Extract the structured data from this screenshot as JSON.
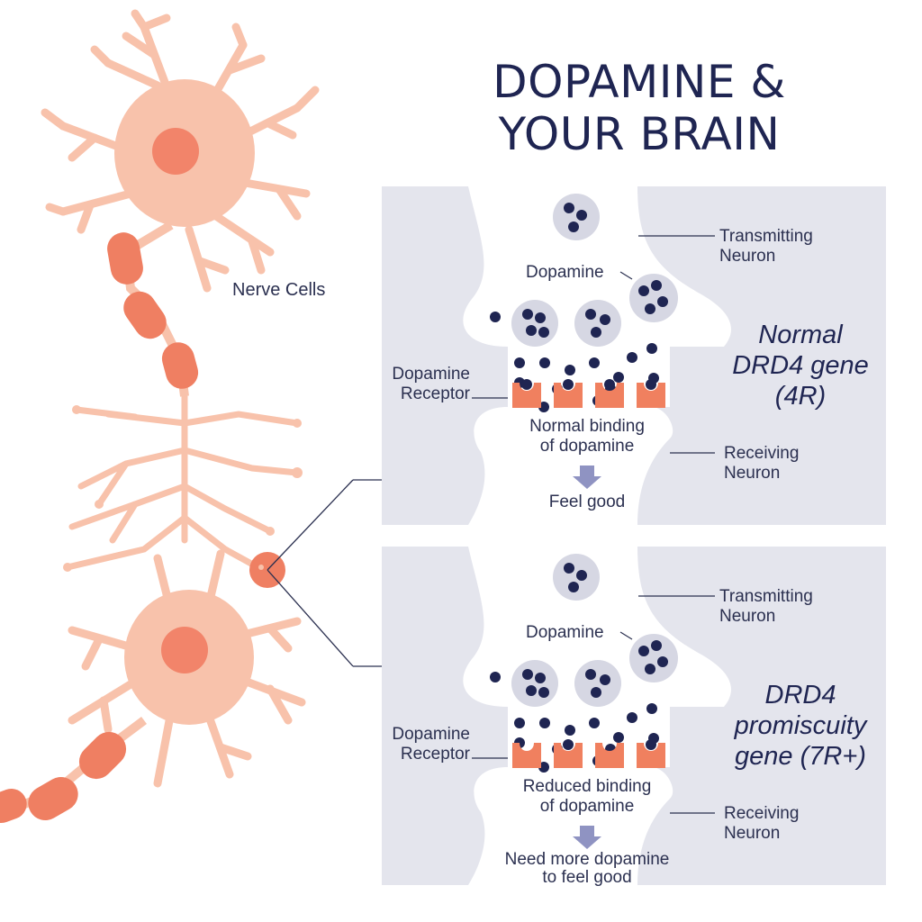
{
  "title": {
    "line1": "DOPAMINE &",
    "line2": "YOUR BRAIN"
  },
  "nerve_cells_label": "Nerve Cells",
  "colors": {
    "navy": "#1f2552",
    "panel_bg": "#e4e5ed",
    "cell_fill": "#f8c2ab",
    "nucleus": "#f2846a",
    "myelin": "#ef7f62",
    "receptor": "#f0805f",
    "arrow": "#8f93c2",
    "vesicle": "#d6d7e3"
  },
  "panels": [
    {
      "transmitting": [
        "Transmitting",
        "Neuron"
      ],
      "dopamine": "Dopamine",
      "receptor": [
        "Dopamine",
        "Receptor"
      ],
      "binding": [
        "Normal binding",
        "of dopamine"
      ],
      "receiving": [
        "Receiving",
        "Neuron"
      ],
      "result": [
        "Feel good"
      ],
      "gene": [
        "Normal",
        "DRD4 gene",
        "(4R)"
      ]
    },
    {
      "transmitting": [
        "Transmitting",
        "Neuron"
      ],
      "dopamine": "Dopamine",
      "receptor": [
        "Dopamine",
        "Receptor"
      ],
      "binding": [
        "Reduced binding",
        "of dopamine"
      ],
      "receiving": [
        "Receiving",
        "Neuron"
      ],
      "result": [
        "Need more dopamine",
        "to feel good"
      ],
      "gene": [
        "DRD4",
        "promiscuity",
        "gene (7R+)"
      ]
    }
  ]
}
